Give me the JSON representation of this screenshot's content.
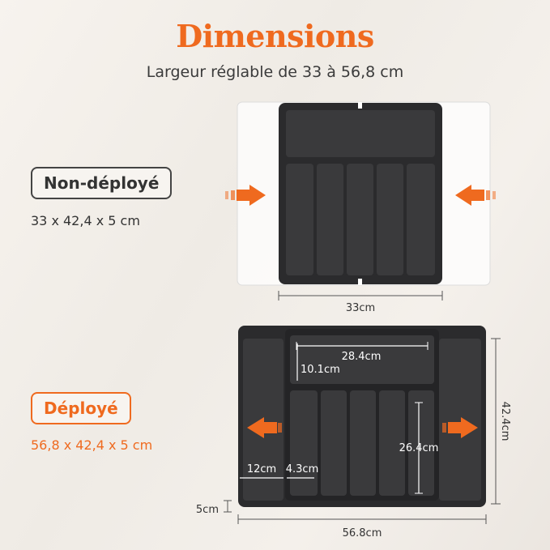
{
  "header": {
    "title": "Dimensions",
    "subtitle": "Largeur réglable de 33 à 56,8 cm"
  },
  "collapsed": {
    "label": "Non-déployé",
    "size": "33 x 42,4 x 5 cm",
    "width_label": "33cm"
  },
  "expanded": {
    "label": "Déployé",
    "size": "56,8 x 42,4 x 5 cm",
    "top_compartment_width": "28.4cm",
    "top_compartment_depth": "10.1cm",
    "slot_length": "26.4cm",
    "side_width": "12cm",
    "slot_width": "4.3cm",
    "height": "5cm",
    "total_width": "56.8cm",
    "depth": "42.4cm"
  },
  "colors": {
    "accent": "#ef6a1f",
    "tray": "#2b2b2d",
    "tray_inner": "#3a3a3c"
  }
}
